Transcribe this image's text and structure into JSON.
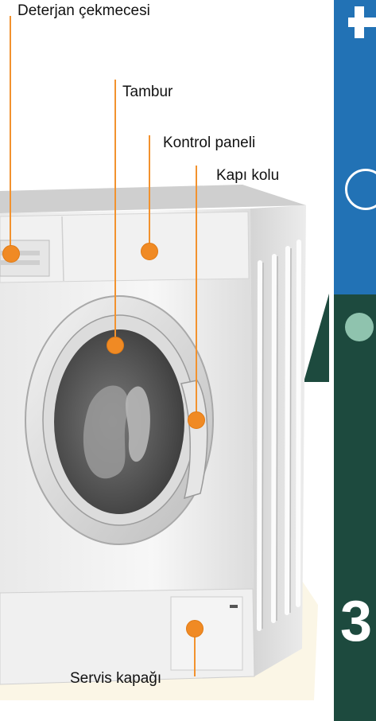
{
  "labels": {
    "detergent_drawer": "Deterjan çekmecesi",
    "drum": "Tambur",
    "control_panel": "Kontrol paneli",
    "door_handle": "Kapı kolu",
    "service_flap": "Servis kapağı"
  },
  "side_tab": {
    "markers": [
      "",
      "",
      "",
      "3"
    ]
  },
  "colors": {
    "accent_orange": "#f08a24",
    "tab_blue": "#2272b5",
    "tab_dark_green": "#1d4a3e",
    "machine_white": "#f3f3f3"
  }
}
